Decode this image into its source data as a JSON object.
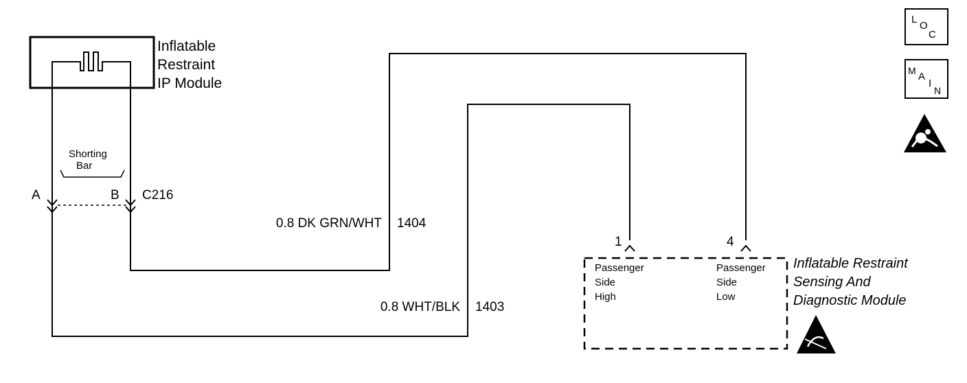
{
  "ip_module": {
    "line1": "Inflatable",
    "line2": "Restraint",
    "line3": "IP Module"
  },
  "shorting_bar": {
    "line1": "Shorting",
    "line2": "Bar"
  },
  "connector": {
    "name": "C216",
    "pin_a": "A",
    "pin_b": "B"
  },
  "wires": [
    {
      "color": "0.8 DK GRN/WHT",
      "circuit": "1404"
    },
    {
      "color": "0.8 WHT/BLK",
      "circuit": "1403"
    }
  ],
  "sdm": {
    "pin_1": "1",
    "pin_4": "4",
    "pin_1_l1": "Passenger",
    "pin_1_l2": "Side",
    "pin_1_l3": "High",
    "pin_4_l1": "Passenger",
    "pin_4_l2": "Side",
    "pin_4_l3": "Low",
    "title_l1": "Inflatable Restraint",
    "title_l2": "Sensing And",
    "title_l3": "Diagnostic Module"
  },
  "nav": {
    "loc_l": "L",
    "loc_o": "O",
    "loc_c": "C",
    "main_m": "M",
    "main_a": "A",
    "main_i": "I",
    "main_n": "N"
  },
  "icons": [
    "airbag-warning-icon",
    "esd-sensitive-icon"
  ]
}
